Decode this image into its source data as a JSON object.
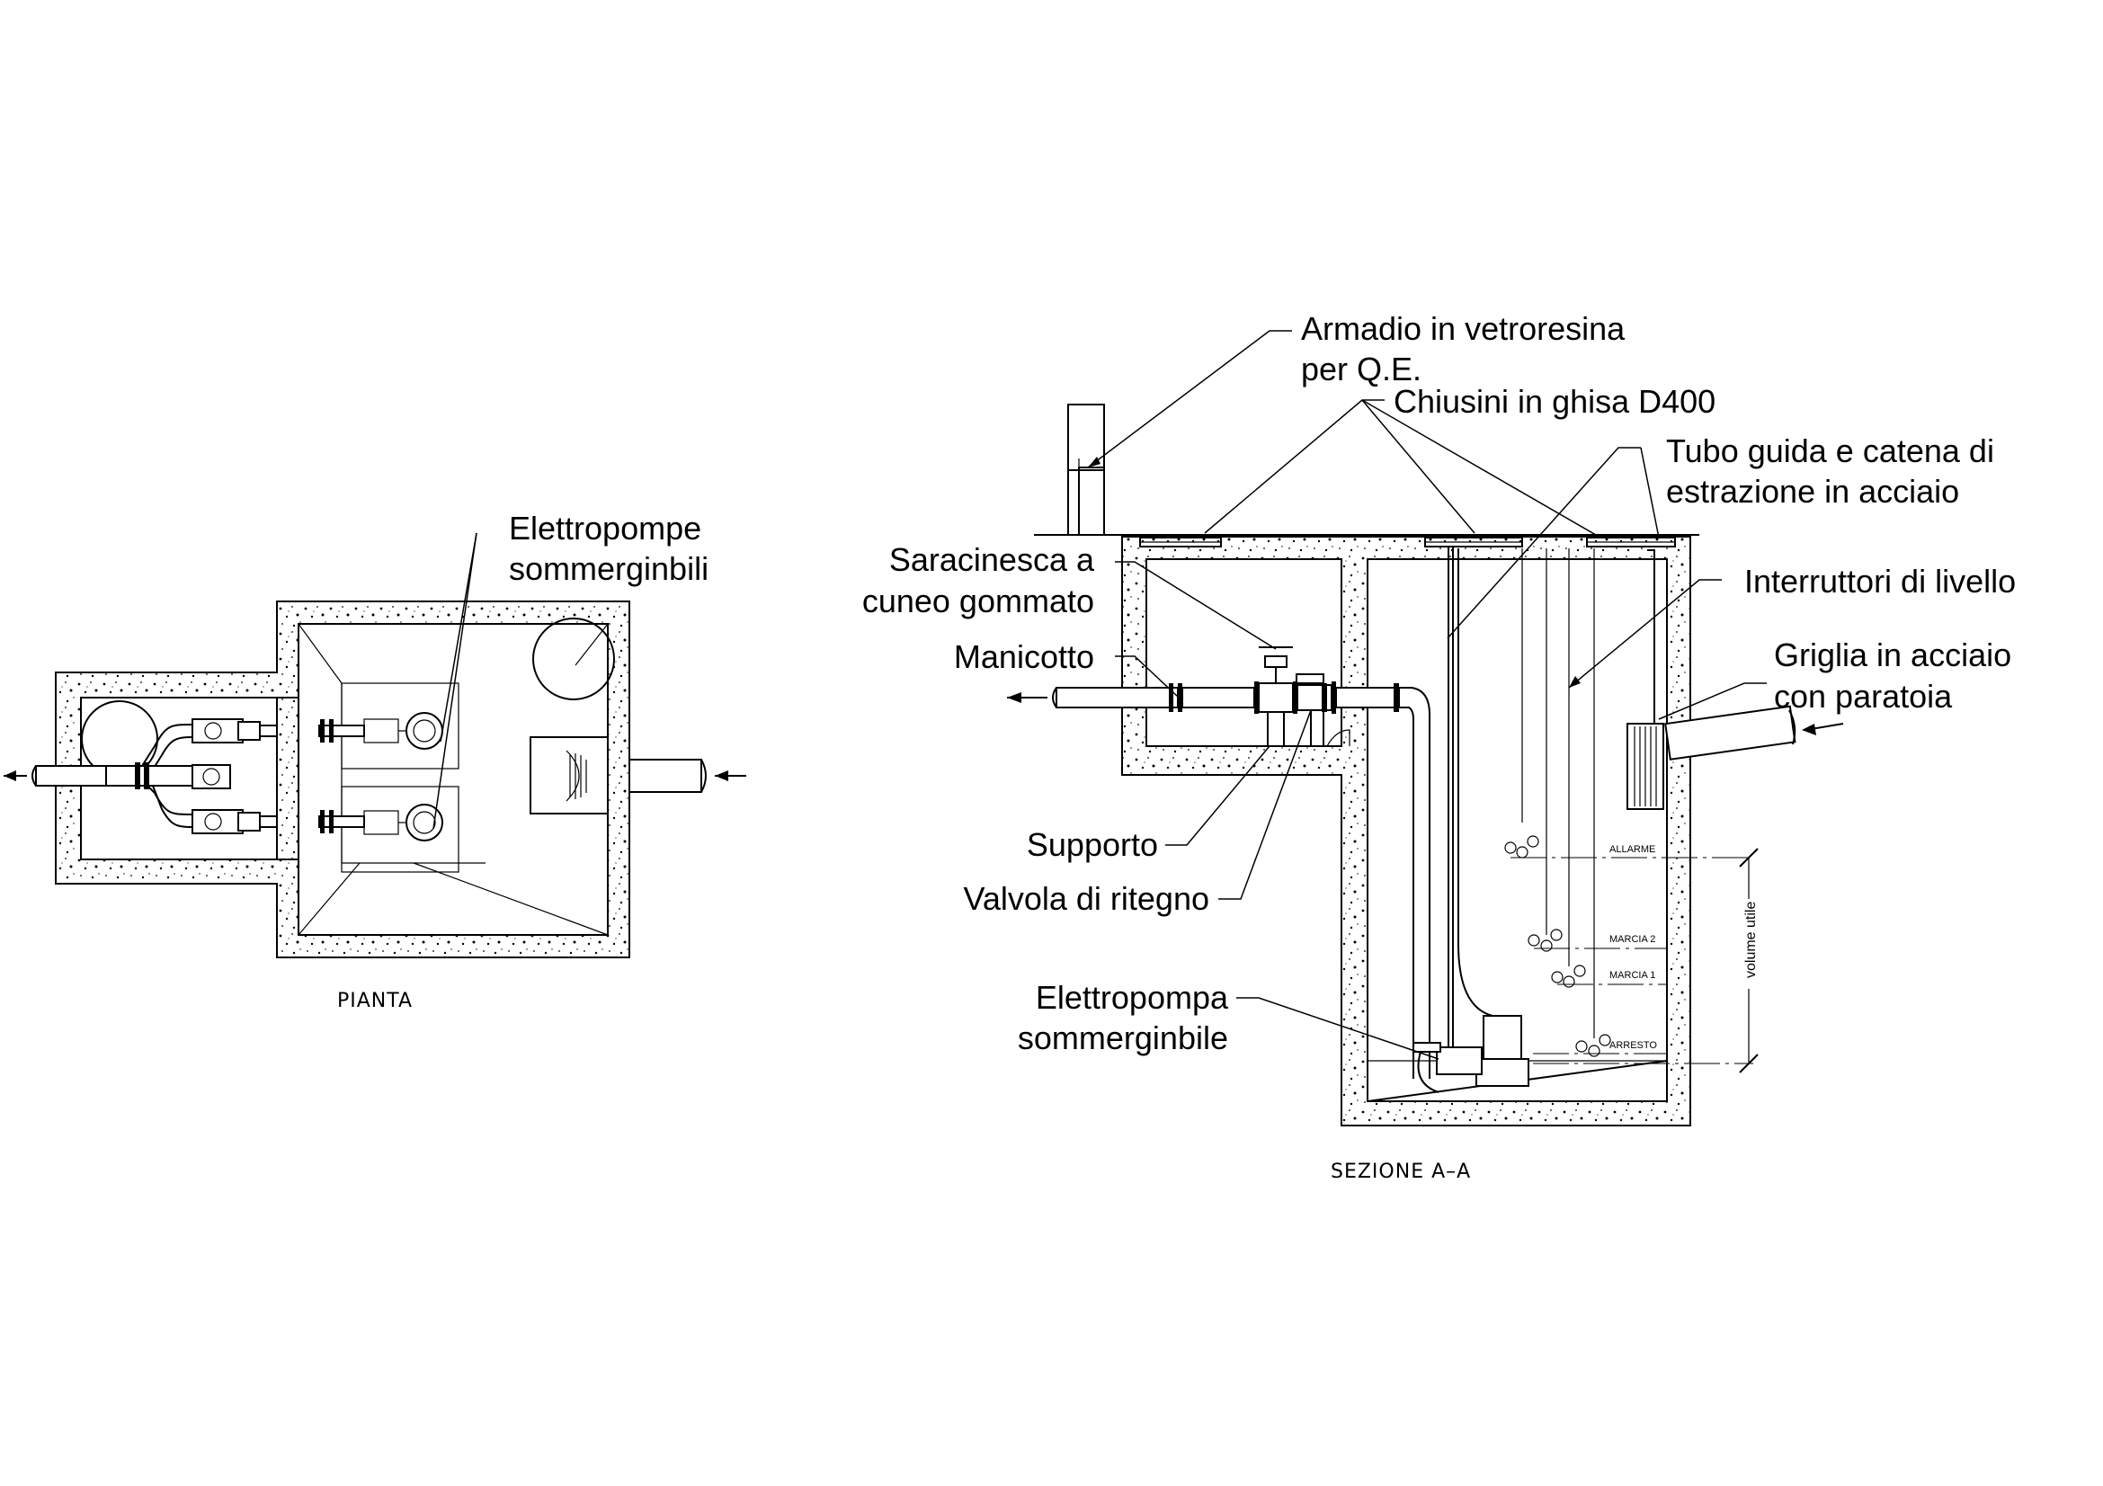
{
  "plan": {
    "caption": "PIANTA",
    "label_pumps": [
      "Elettropompe",
      "sommerginbili"
    ]
  },
  "section": {
    "caption": "SEZIONE A–A",
    "labels": {
      "cabinet": [
        "Armadio in vetroresina",
        "per Q.E."
      ],
      "covers": "Chiusini in ghisa D400",
      "guide": [
        "Tubo guida e catena di",
        "estrazione in acciaio"
      ],
      "switches": "Interruttori di livello",
      "grid": [
        "Griglia in acciaio",
        "con paratoia"
      ],
      "gate_valve": [
        "Saracinesca a",
        "cuneo gommato"
      ],
      "coupling": "Manicotto",
      "support": "Supporto",
      "check_valve": "Valvola di ritegno",
      "pump": [
        "Elettropompa",
        "sommerginbile"
      ]
    },
    "levels": [
      "ALLARME",
      "MARCIA 2",
      "MARCIA 1",
      "ARRESTO"
    ],
    "volume_label": "volume utile"
  }
}
